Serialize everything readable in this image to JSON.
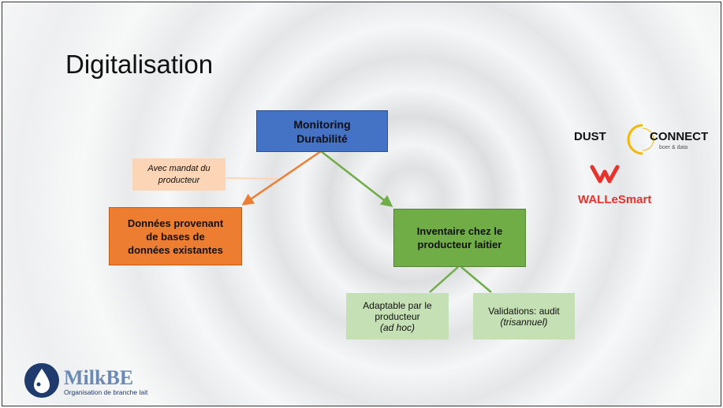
{
  "slide": {
    "title": "Digitalisation"
  },
  "diagram": {
    "monitoring": [
      "Monitoring",
      "Durabilité"
    ],
    "mandat": [
      "Avec mandat du",
      "producteur"
    ],
    "donnees": [
      "Données provenant",
      "de bases de",
      "données existantes"
    ],
    "inventaire": [
      "Inventaire chez le",
      "producteur laitier"
    ],
    "adaptable": [
      "Adaptable par le",
      "producteur",
      "(ad hoc)"
    ],
    "validations": [
      "Validations: audit",
      "(trisannuel)"
    ]
  },
  "logos": {
    "dust_left": "DUST",
    "dust_right": "CONNECT",
    "dust_sub": "boer & data",
    "walle": "WALLeSmart",
    "milk_name": "MilkBE",
    "milk_sub": "Organisation de branche lait"
  },
  "colors": {
    "blue": "#4472c4",
    "orange": "#ed7d31",
    "green": "#70ad47",
    "light_green": "#c5e0b4",
    "peach": "#fbd5b5"
  }
}
